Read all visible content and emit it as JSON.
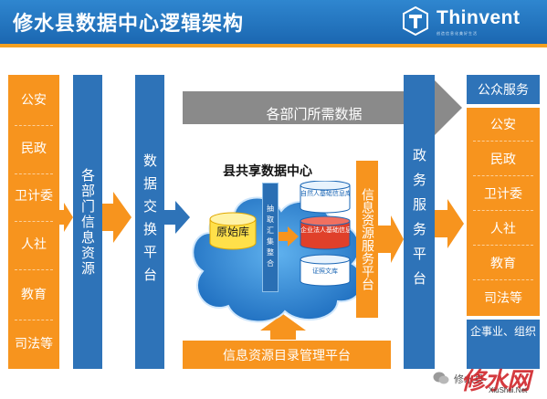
{
  "header": {
    "title": "修水县数据中心逻辑架构",
    "logo_name": "Thinvent",
    "logo_sub": "创造信息化美好生活"
  },
  "left_departments": [
    "公安",
    "民政",
    "卫计委",
    "人社",
    "教育",
    "司法等"
  ],
  "dept_info_label": "各部门信息资源",
  "exchange_label": "数据交换平台",
  "needed_data_label": "各部门所需数据",
  "cloud": {
    "title": "县共享数据中心",
    "raw_db": "原始库",
    "extract_label": "抽取汇集整合",
    "sub_dbs": [
      "自然人基础信息库",
      "企业法人基础信息库",
      "证照文库"
    ]
  },
  "info_service_label": "信息资源服务平台",
  "catalog_label": "信息资源目录管理平台",
  "gov_service_label": "政务服务平台",
  "public_service_label": "公众服务",
  "right_departments": [
    "公安",
    "民政",
    "卫计委",
    "人社",
    "教育",
    "司法等"
  ],
  "enterprise_label": "企事业、组织",
  "footer": {
    "wechat_label": "修水县",
    "watermark": "修水网",
    "watermark_url": "XiuShui.Net"
  },
  "colors": {
    "header_blue": "#1b67b1",
    "orange": "#f7941e",
    "blue": "#2e73b8",
    "grey_arrow": "#8a8a8a",
    "cloud_blue": "#2f86d6"
  }
}
